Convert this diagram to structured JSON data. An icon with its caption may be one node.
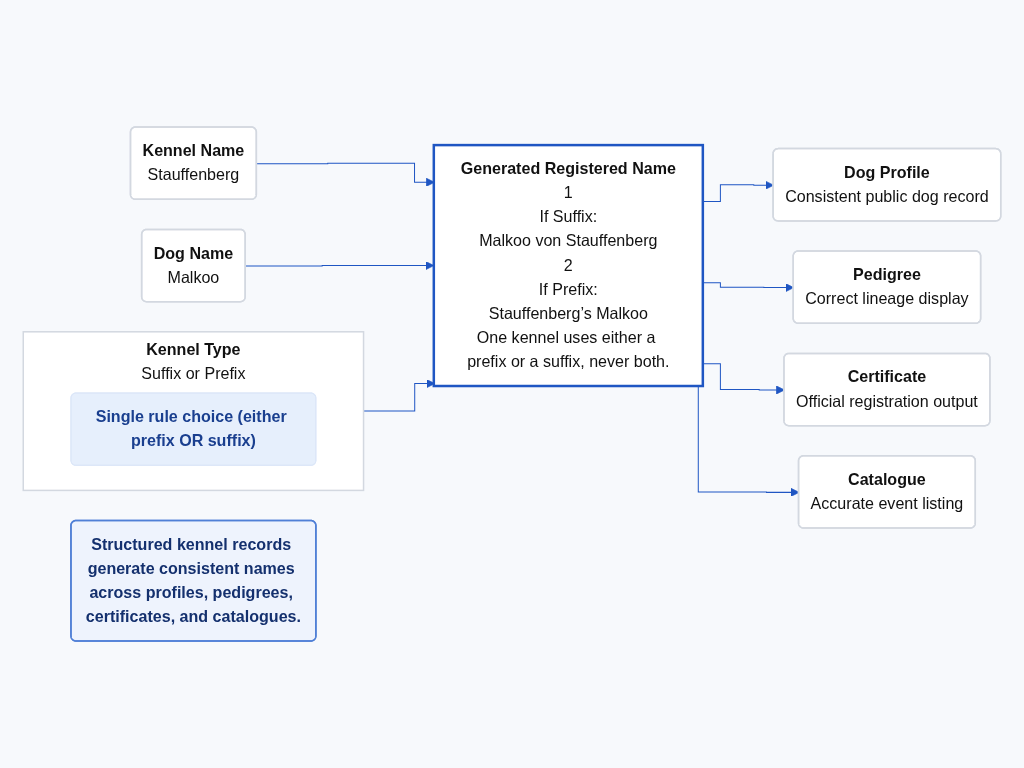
{
  "diagram": {
    "nodes": [
      {
        "text": [
          "Kennel Type",
          "Suffix or Prefix"
        ]
      },
      {
        "text": [
          "Single rule choice (either prefix OR suffix)"
        ],
        "in": 0
      },
      {
        "text": [
          "Kennel Name",
          "Stauffenberg"
        ]
      },
      {
        "text": [
          "Dog Name",
          "Malkoo"
        ]
      },
      {
        "text": [
          "Generated Registered Name",
          "1",
          "If Suffix:",
          "Malkoo von Stauffenberg",
          "2",
          "If Prefix:",
          "Stauffenberg’s Malkoo",
          "One kennel uses either a prefix or a suffix, never both."
        ]
      },
      {
        "text": [
          "Dog Profile",
          "Consistent public dog record"
        ]
      },
      {
        "text": [
          "Pedigree",
          "Correct lineage display"
        ]
      },
      {
        "text": [
          "Certificate",
          "Official registration output"
        ]
      },
      {
        "text": [
          "Catalogue",
          "Accurate event listing"
        ]
      },
      {
        "text": [
          "Structured kennel records generate consistent names across profiles, pedigrees, certificates, and catalogues."
        ]
      }
    ],
    "edges": [
      {
        "from": 0,
        "to": 4,
        "arrow": "to"
      },
      {
        "from": 2,
        "to": 4,
        "arrow": "to"
      },
      {
        "from": 3,
        "to": 4,
        "arrow": "to"
      },
      {
        "from": 4,
        "to": 5,
        "arrow": "to"
      },
      {
        "from": 4,
        "to": 6,
        "arrow": "to"
      },
      {
        "from": 4,
        "to": 7,
        "arrow": "to"
      },
      {
        "from": 4,
        "to": 8,
        "arrow": "to"
      }
    ]
  }
}
